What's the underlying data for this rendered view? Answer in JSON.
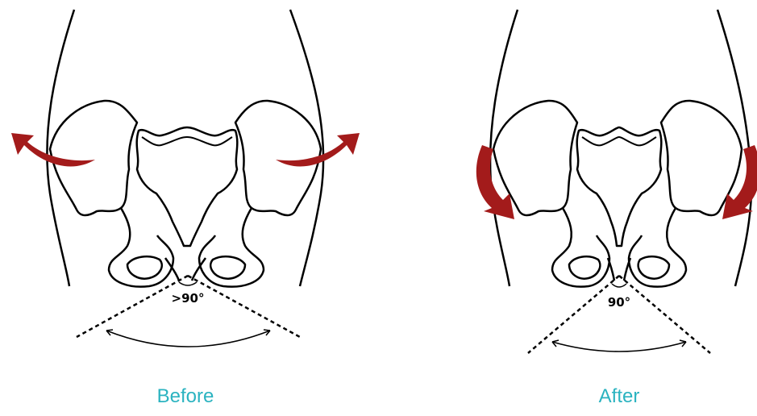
{
  "panels": [
    {
      "caption": "Before",
      "angle_label": ">90°",
      "rotation": "outward",
      "arrow_color": "#a31b1b"
    },
    {
      "caption": "After",
      "angle_label": "90°",
      "rotation": "inward",
      "arrow_color": "#a31b1b"
    }
  ],
  "colors": {
    "caption": "#2bb3c0",
    "outline": "#000000",
    "arrow": "#a31b1b"
  }
}
